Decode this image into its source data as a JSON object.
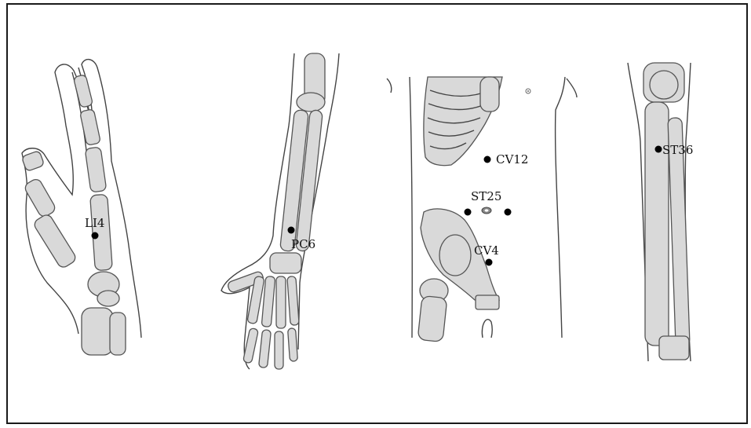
{
  "points": {
    "li4": "LI4",
    "pc6": "PC6",
    "cv12": "CV12",
    "st25": "ST25",
    "cv4": "CV4",
    "st36": "ST36"
  }
}
